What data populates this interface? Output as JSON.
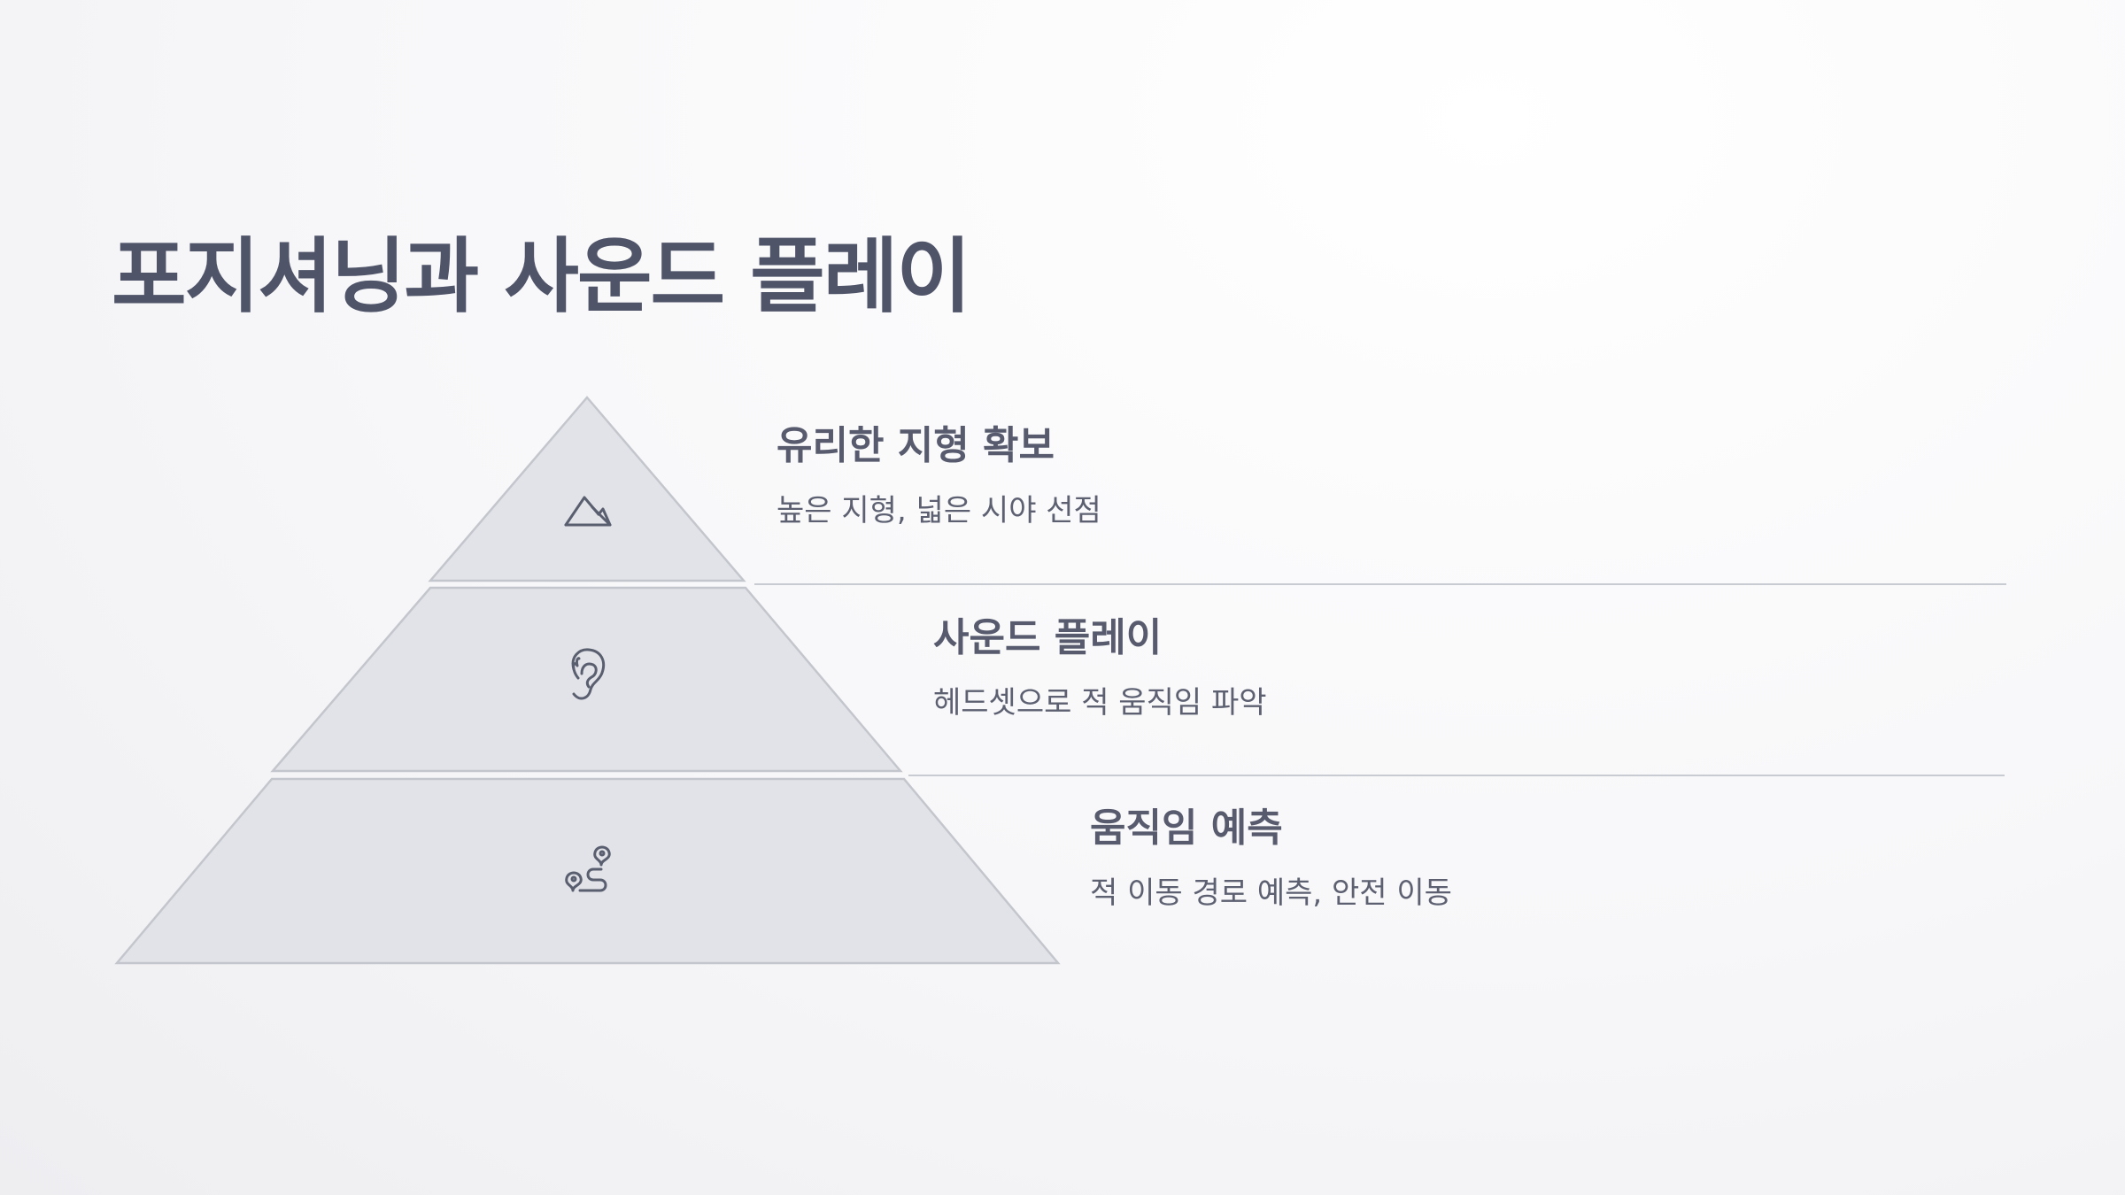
{
  "title": "포지셔닝과 사운드 플레이",
  "tiers": [
    {
      "heading": "유리한 지형 확보",
      "description": "높은 지형, 넓은 시야 선점",
      "icon": "mountain-icon"
    },
    {
      "heading": "사운드 플레이",
      "description": "헤드셋으로 적 움직임 파악",
      "icon": "ear-icon"
    },
    {
      "heading": "움직임 예측",
      "description": "적 이동 경로 예측, 안전 이동",
      "icon": "route-icon"
    }
  ],
  "colors": {
    "title": "#4f5469",
    "tier_fill": "#e2e3e8",
    "tier_stroke": "#c4c6cd",
    "text": "#575b6d"
  }
}
